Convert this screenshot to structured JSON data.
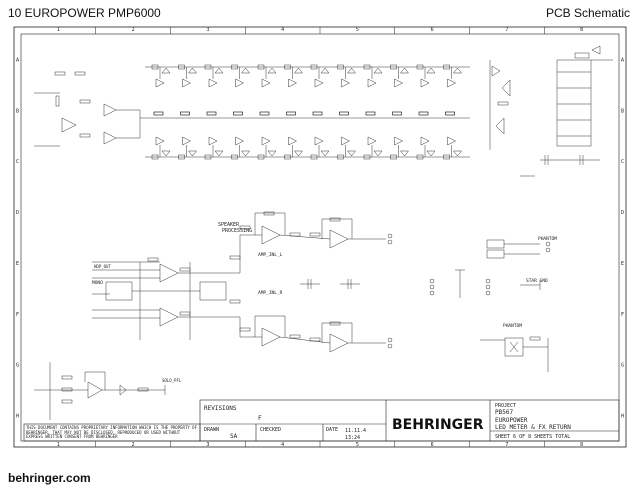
{
  "header": {
    "page_title": "10   EUROPOWER PMP6000",
    "section": "PCB Schematic"
  },
  "footer": {
    "website": "behringer.com"
  },
  "sheet": {
    "column_markers": [
      "1",
      "2",
      "3",
      "4",
      "5",
      "6",
      "7",
      "8"
    ],
    "row_markers": [
      "A",
      "B",
      "C",
      "D",
      "E",
      "F",
      "G",
      "H"
    ],
    "labels": {
      "speaker_processing": "SPEAKER\nPROCESSING",
      "amp_inl_l": "AMP_INL_L",
      "amp_inl_r": "AMP_INL_R",
      "mono": "MONO",
      "phantom_top": "PHANTOM",
      "phantom_bottom": "PHANTOM",
      "star_gnd": "STAR GND",
      "hdp_out": "HDP_OUT",
      "solo_pfl": "SOLO_PFL"
    }
  },
  "title_block": {
    "revisions_label": "REVISIONS",
    "revision": "F",
    "drawn_label": "DRAWN",
    "drawn_by": "SA",
    "checked_label": "CHECKED",
    "date_label": "DATE",
    "date": "11.11.4",
    "time": "13:24",
    "brand": "BEHRINGER",
    "project_label": "PROJECT",
    "project": "PB567",
    "description_1": "EUROPOWER",
    "description_2": "LED METER & FX RETURN",
    "sheet_info": "SHEET 6   OF 8   SHEETS TOTAL",
    "notice": "THIS DOCUMENT CONTAINS PROPRIETARY INFORMATION WHICH IS THE PROPERTY OF BEHRINGER, THAT MAY NOT BE DISCLOSED, REPRODUCED OR USED WITHOUT EXPRESS WRITTEN CONSENT FROM BEHRINGER"
  }
}
